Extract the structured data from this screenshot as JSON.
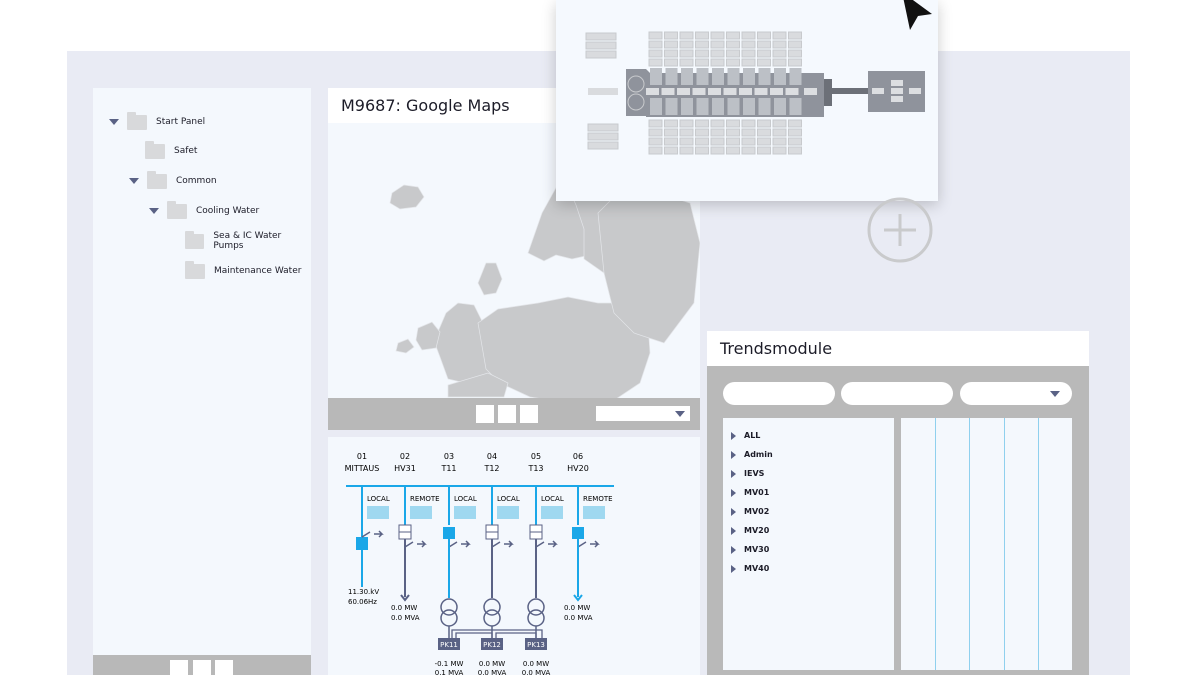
{
  "tree": {
    "items": [
      {
        "label": "Start Panel",
        "expanded": true
      },
      {
        "label": "Safet"
      },
      {
        "label": "Common",
        "expanded": true
      },
      {
        "label": "Cooling Water",
        "expanded": true
      },
      {
        "label": "Sea & IC Water Pumps"
      },
      {
        "label": "Maintenance Water"
      }
    ]
  },
  "map": {
    "title": "M9687: Google Maps",
    "dropdown_value": ""
  },
  "sld": {
    "columns": [
      {
        "num": "01",
        "name": "MITTAUS",
        "mode": "LOCAL",
        "v1": "11.30.kV",
        "v2": "60.06Hz"
      },
      {
        "num": "02",
        "name": "HV31",
        "mode": "REMOTE",
        "v1": "0.0 MW",
        "v2": "0.0 MVA"
      },
      {
        "num": "03",
        "name": "T11",
        "mode": "LOCAL",
        "pk": "PK11",
        "v1": "-0.1 MW",
        "v2": "0.1 MVA"
      },
      {
        "num": "04",
        "name": "T12",
        "mode": "LOCAL",
        "pk": "PK12",
        "v1": "0.0 MW",
        "v2": "0.0 MVA"
      },
      {
        "num": "05",
        "name": "T13",
        "mode": "LOCAL",
        "pk": "PK13",
        "v1": "0.0 MW",
        "v2": "0.0 MVA"
      },
      {
        "num": "06",
        "name": "HV20",
        "mode": "REMOTE",
        "v1": "0.0 MW",
        "v2": "0.0 MVA"
      }
    ],
    "colors": {
      "active": "#1aa7e8",
      "inactive": "#5a6285"
    }
  },
  "trends": {
    "title": "Trendsmodule",
    "items": [
      "ALL",
      "Admin",
      "IEVS",
      "MV01",
      "MV02",
      "MV20",
      "MV30",
      "MV40"
    ]
  },
  "icons": {
    "add": "plus-circle-icon",
    "cursor": "mouse-pointer-icon"
  }
}
